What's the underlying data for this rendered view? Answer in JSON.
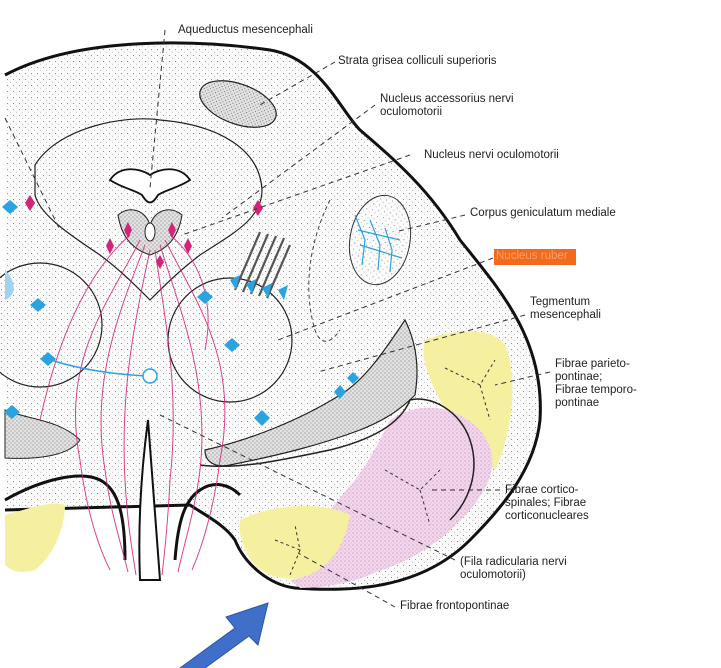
{
  "labels": {
    "aqueductus": "Aqueductus mesencephali",
    "strata": "Strata grisea colliculi superioris",
    "nucleus_accessorius_1": "Nucleus accessorius nervi",
    "nucleus_accessorius_2": "oculomotorii",
    "nucleus_nervi": "Nucleus nervi oculomotorii",
    "corpus": "Corpus geniculatum mediale",
    "nucleus_ruber": "Nucleus ruber",
    "tegmentum_1": "Tegmentum",
    "tegmentum_2": "mesencephali",
    "fibrae_parieto_1": "Fibrae parieto-",
    "fibrae_parieto_2": "pontinae;",
    "fibrae_parieto_3": "Fibrae temporo-",
    "fibrae_parieto_4": "pontinae",
    "fibrae_cortico_1": "Fibrae cortico-",
    "fibrae_cortico_2": "spinales; Fibrae",
    "fibrae_cortico_3": "corticonucleares",
    "fila_1": "(Fila radicularia nervi",
    "fila_2": "oculomotorii)",
    "fibrae_fronto": "Fibrae frontopontinae"
  },
  "colors": {
    "outline": "#111111",
    "stipple": "#f0f0f0",
    "gray_tegmentum": "#d6d6d6",
    "yellow": "#f5f0a0",
    "pink": "#edcfe8",
    "magenta": "#d4247a",
    "cyan": "#2aa3e0",
    "arrow": "#3f6fc8",
    "highlight": "#f26b1d"
  }
}
